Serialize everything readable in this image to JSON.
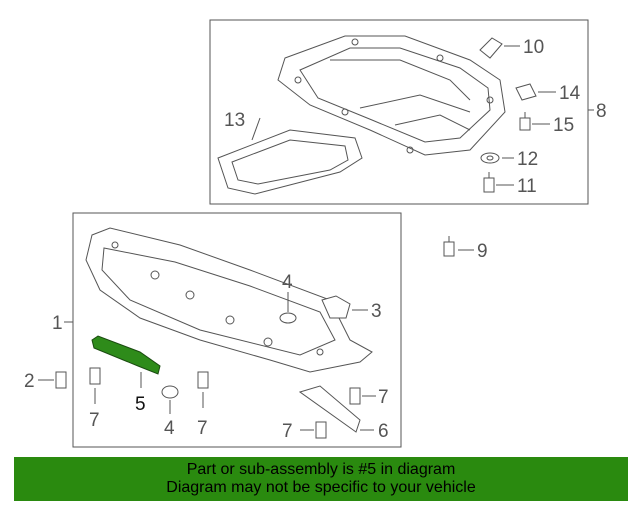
{
  "callouts": {
    "c1": "1",
    "c2": "2",
    "c3": "3",
    "c4a": "4",
    "c4b": "4",
    "c5": "5",
    "c6": "6",
    "c7a": "7",
    "c7b": "7",
    "c7c": "7",
    "c7d": "7",
    "c8": "8",
    "c9": "9",
    "c10": "10",
    "c11": "11",
    "c12": "12",
    "c13": "13",
    "c14": "14",
    "c15": "15"
  },
  "banner": {
    "line1": "Part or sub-assembly is #5 in diagram",
    "line2": "Diagram may not be specific to your vehicle"
  },
  "colors": {
    "banner_bg": "#2a8a0f",
    "highlight_part": "#2e8b1a",
    "line_art": "#555555"
  }
}
